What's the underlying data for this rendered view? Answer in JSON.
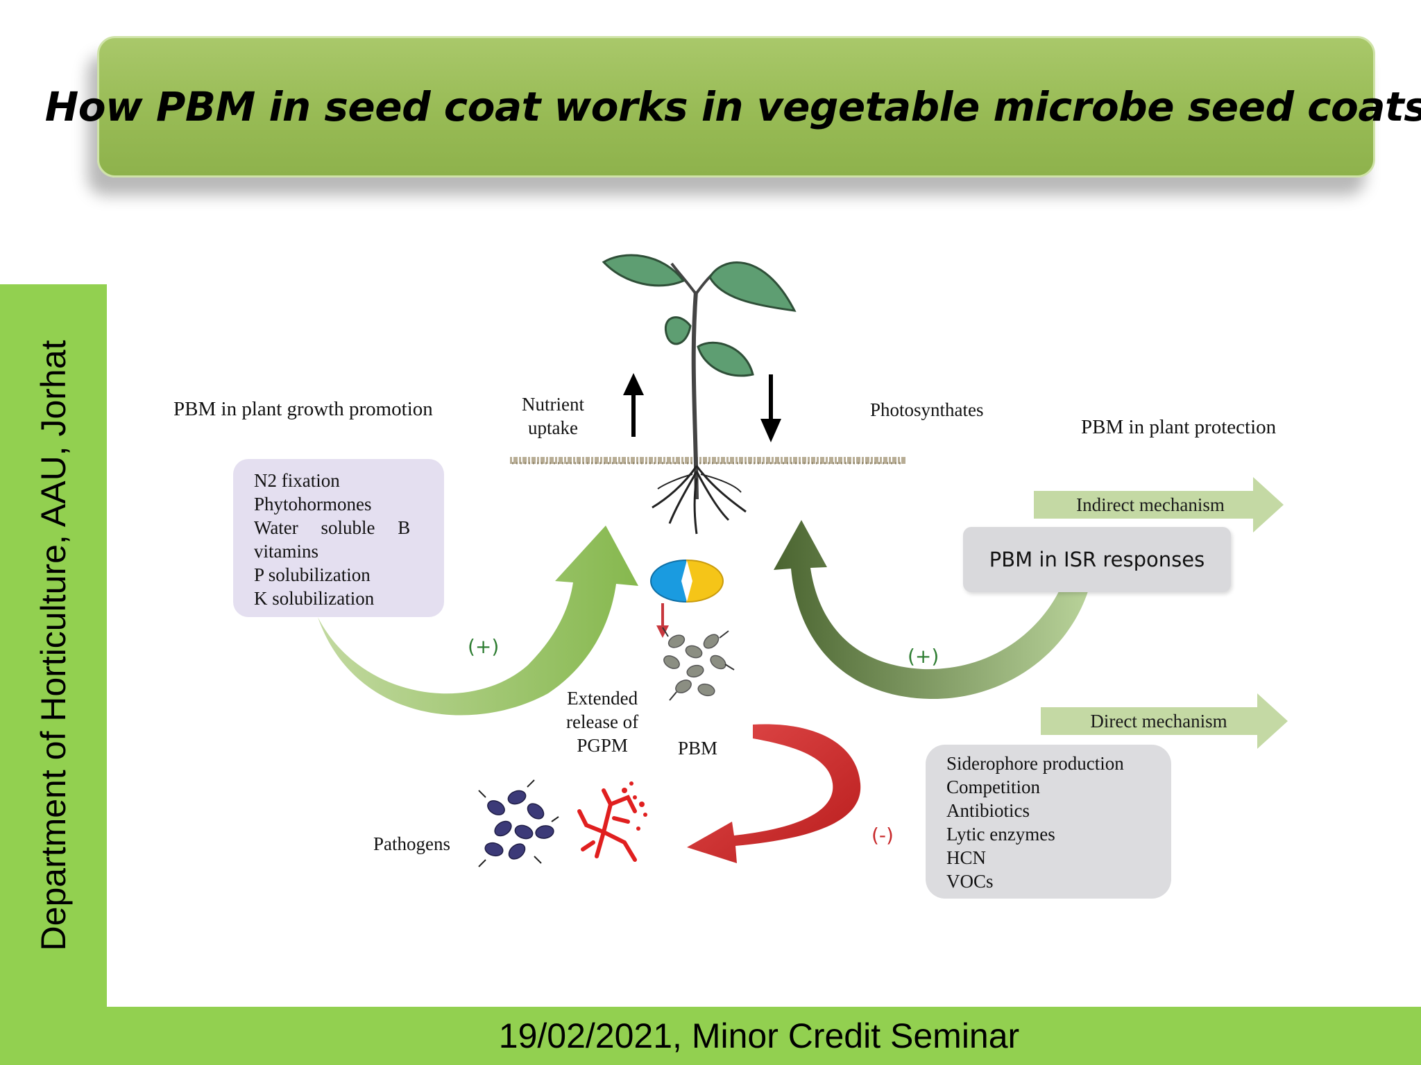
{
  "title": "How PBM in seed coat works in vegetable microbe seed coats",
  "side_text": "Department of Horticulture, AAU, Jorhat",
  "footer_text": "19/02/2021, Minor Credit Seminar",
  "diagram": {
    "growth_heading": "PBM in plant growth promotion",
    "protection_heading": "PBM in plant protection",
    "nutrient_label": [
      "Nutrient",
      "uptake"
    ],
    "photosynthates_label": "Photosynthates",
    "growth_items": [
      "N2 fixation",
      "Phytohormones",
      "Water soluble B",
      "vitamins",
      "P solubilization",
      "K solubilization"
    ],
    "indirect_label": "Indirect mechanism",
    "isr_label": "PBM in ISR responses",
    "direct_label": "Direct mechanism",
    "direct_items": [
      "Siderophore production",
      "Competition",
      "Antibiotics",
      "Lytic enzymes",
      "HCN",
      "VOCs"
    ],
    "plus_left": "(+)",
    "plus_right": "(+)",
    "minus": "(-)",
    "extended_label": [
      "Extended",
      "release of",
      "PGPM"
    ],
    "pbm_label": "PBM",
    "pathogens_label": "Pathogens"
  },
  "colors": {
    "banner": "#9cbf5a",
    "side_and_footer": "#92d050",
    "growth_arrow": "#8fbc5a",
    "protection_arrow": "#4f6a2e",
    "negative_arrow": "#c8282a",
    "leaf": "#5e9e72",
    "capsule_left": "#1a9be0",
    "capsule_right": "#f5c518",
    "mechanism_arrow": "#c4d9a4",
    "pathogen_bacteria": "#3c3a78",
    "pathogen_fungi": "#e01f1f"
  }
}
